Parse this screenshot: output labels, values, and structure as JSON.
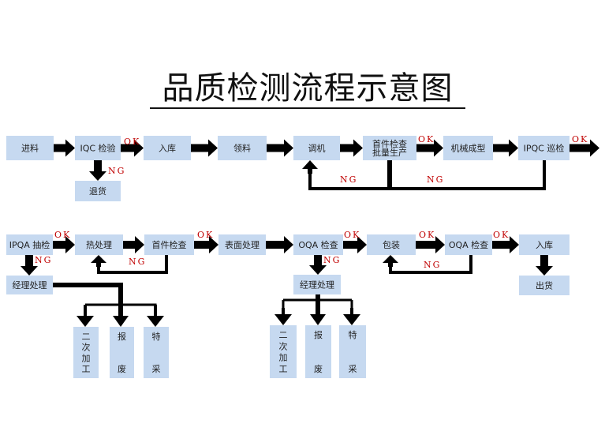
{
  "title": "品质检测流程示意图",
  "colors": {
    "box": "#c6d9f0",
    "arrow": "#000000",
    "label": "#c00000"
  },
  "row1": {
    "nodes": [
      {
        "id": "incoming",
        "label": "进料"
      },
      {
        "id": "iqc",
        "label": "IQC 检验"
      },
      {
        "id": "store1",
        "label": "入库"
      },
      {
        "id": "pick",
        "label": "领料"
      },
      {
        "id": "setup",
        "label": "调机"
      },
      {
        "id": "first",
        "label": "首件检查",
        "label2": "批量生产"
      },
      {
        "id": "forming",
        "label": "机械成型"
      },
      {
        "id": "ipqc",
        "label": "IPQC 巡检"
      },
      {
        "id": "return",
        "label": "退货"
      }
    ],
    "labels": {
      "iqc_ok": "OK",
      "iqc_ng": "NG",
      "first_ok": "OK",
      "ipqc_ok": "OK",
      "first_ng": "NG",
      "ipqc_ng": "NG"
    }
  },
  "row2": {
    "nodes": [
      {
        "id": "ipqa",
        "label": "IPQA 抽检"
      },
      {
        "id": "heat",
        "label": "热处理"
      },
      {
        "id": "first2",
        "label": "首件检查"
      },
      {
        "id": "surface",
        "label": "表面处理"
      },
      {
        "id": "oqa1",
        "label": "OQA 检查"
      },
      {
        "id": "pack",
        "label": "包装"
      },
      {
        "id": "oqa2",
        "label": "OQA 检查"
      },
      {
        "id": "store2",
        "label": "入库"
      },
      {
        "id": "mgr1",
        "label": "经理处理"
      },
      {
        "id": "mgr2",
        "label": "经理处理"
      },
      {
        "id": "ship",
        "label": "出货"
      }
    ],
    "labels": {
      "ipqa_ok": "OK",
      "ipqa_ng": "NG",
      "first2_ok": "OK",
      "first2_ng": "NG",
      "oqa1_ok": "OK",
      "oqa1_ng": "NG",
      "pack_ok": "OK",
      "oqa2_ok": "OK",
      "oqa2_ng": "NG"
    }
  },
  "dispositions": [
    {
      "group": 1,
      "items": [
        [
          "二",
          "次",
          "加",
          "工"
        ],
        [
          "报",
          "废"
        ],
        [
          "特",
          "采"
        ]
      ]
    },
    {
      "group": 2,
      "items": [
        [
          "二",
          "次",
          "加",
          "工"
        ],
        [
          "报",
          "废"
        ],
        [
          "特",
          "采"
        ]
      ]
    }
  ]
}
